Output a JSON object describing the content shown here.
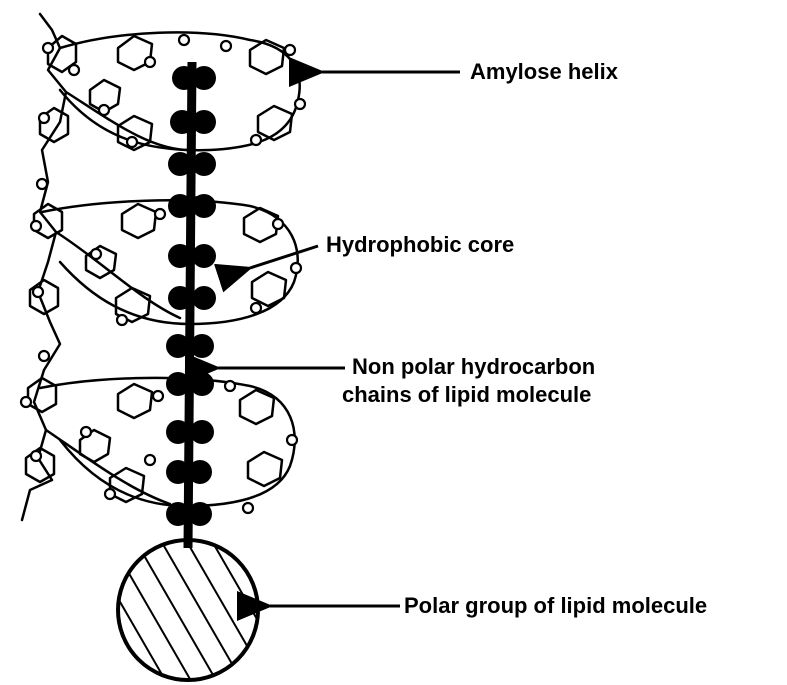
{
  "labels": {
    "amylose_helix": "Amylose helix",
    "hydrophobic_core": "Hydrophobic core",
    "hydrocarbon_line1": "Non polar hydrocarbon",
    "hydrocarbon_line2": "chains of lipid molecule",
    "polar_group": "Polar group of lipid molecule"
  },
  "colors": {
    "ink": "#000000",
    "background": "#ffffff"
  }
}
